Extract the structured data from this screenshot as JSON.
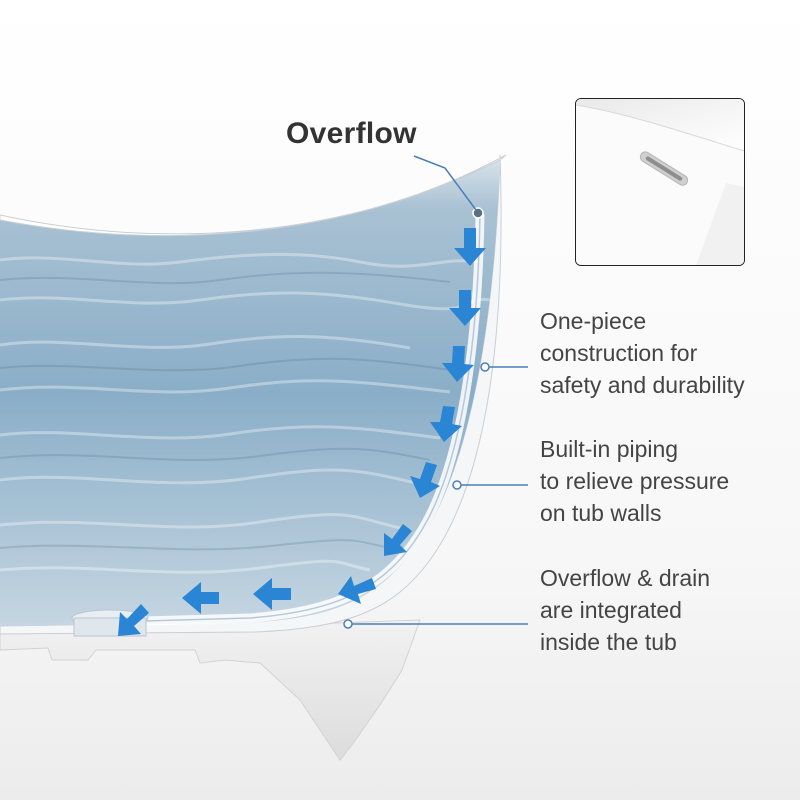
{
  "overflow_label": "Overflow",
  "callouts": [
    {
      "lines": [
        "One-piece",
        "construction for",
        "safety and durability"
      ]
    },
    {
      "lines": [
        "Built-in piping",
        "to relieve pressure",
        "on tub walls"
      ]
    },
    {
      "lines": [
        "Overflow & drain",
        "are integrated",
        "inside the tub"
      ]
    }
  ],
  "detail_image": {
    "subject": "close-up of tub rim with overflow slot"
  },
  "colors": {
    "arrow": "#2a86d4",
    "water": "#8aaec8",
    "text": "#444444",
    "leader_line": "#4a7fb5"
  }
}
